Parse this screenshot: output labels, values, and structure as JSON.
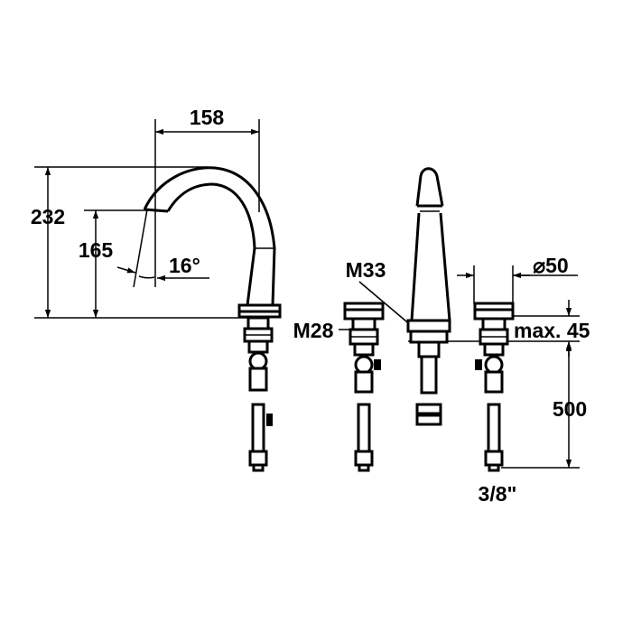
{
  "dimensions": {
    "spout_reach": "158",
    "total_height": "232",
    "outlet_height": "165",
    "spout_angle": "16°",
    "spout_thread": "M33",
    "valve_thread": "M28",
    "handle_diameter": "⌀50",
    "max_thickness": "max. 45",
    "hose_length": "500",
    "connection": "3/8\""
  }
}
